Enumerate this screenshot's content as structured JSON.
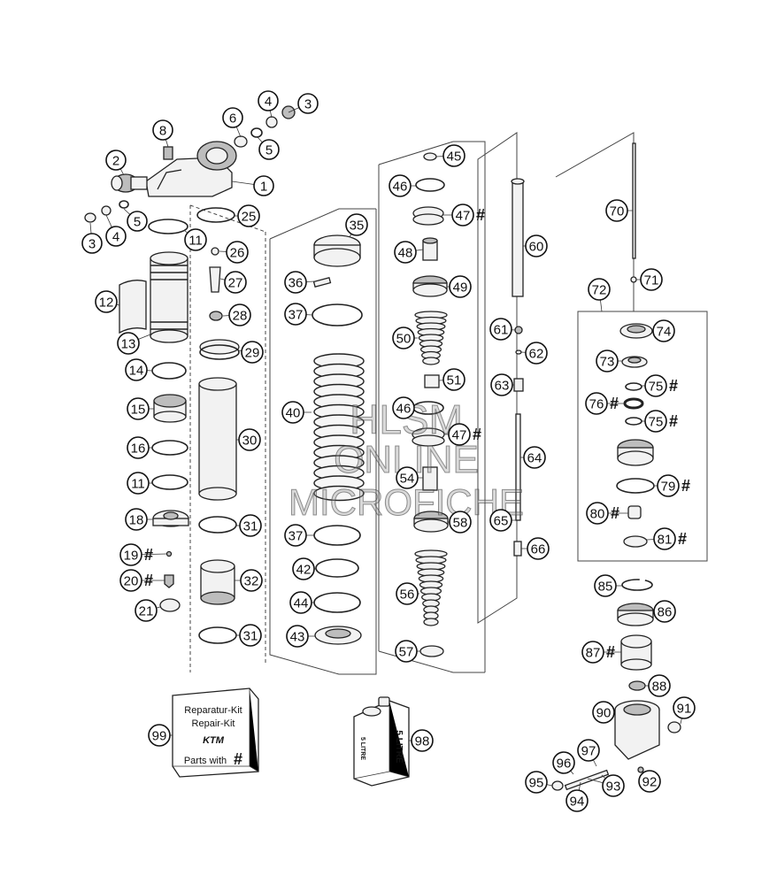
{
  "callouts": [
    {
      "n": "1"
    },
    {
      "n": "2"
    },
    {
      "n": "3"
    },
    {
      "n": "4"
    },
    {
      "n": "5"
    },
    {
      "n": "6"
    },
    {
      "n": "3"
    },
    {
      "n": "4"
    },
    {
      "n": "5"
    },
    {
      "n": "8"
    },
    {
      "n": "11"
    },
    {
      "n": "12"
    },
    {
      "n": "13"
    },
    {
      "n": "14"
    },
    {
      "n": "15"
    },
    {
      "n": "16"
    },
    {
      "n": "11"
    },
    {
      "n": "18"
    },
    {
      "n": "19",
      "hash": true
    },
    {
      "n": "20",
      "hash": true
    },
    {
      "n": "21"
    },
    {
      "n": "25"
    },
    {
      "n": "26"
    },
    {
      "n": "27"
    },
    {
      "n": "28"
    },
    {
      "n": "29"
    },
    {
      "n": "30"
    },
    {
      "n": "31"
    },
    {
      "n": "32"
    },
    {
      "n": "31"
    },
    {
      "n": "35"
    },
    {
      "n": "36"
    },
    {
      "n": "37"
    },
    {
      "n": "40"
    },
    {
      "n": "37"
    },
    {
      "n": "42"
    },
    {
      "n": "44"
    },
    {
      "n": "43"
    },
    {
      "n": "45"
    },
    {
      "n": "46"
    },
    {
      "n": "47",
      "hash": true
    },
    {
      "n": "48"
    },
    {
      "n": "49"
    },
    {
      "n": "50"
    },
    {
      "n": "51"
    },
    {
      "n": "46"
    },
    {
      "n": "47",
      "hash": true
    },
    {
      "n": "54"
    },
    {
      "n": "58"
    },
    {
      "n": "56"
    },
    {
      "n": "57"
    },
    {
      "n": "60"
    },
    {
      "n": "61"
    },
    {
      "n": "62"
    },
    {
      "n": "63"
    },
    {
      "n": "64"
    },
    {
      "n": "65"
    },
    {
      "n": "66"
    },
    {
      "n": "70"
    },
    {
      "n": "71"
    },
    {
      "n": "72"
    },
    {
      "n": "74"
    },
    {
      "n": "73"
    },
    {
      "n": "75",
      "hash": true
    },
    {
      "n": "76",
      "hash": true
    },
    {
      "n": "75",
      "hash": true
    },
    {
      "n": "79",
      "hash": true
    },
    {
      "n": "80",
      "hash": true
    },
    {
      "n": "81",
      "hash": true
    },
    {
      "n": "85"
    },
    {
      "n": "86"
    },
    {
      "n": "87",
      "hash": true
    },
    {
      "n": "88"
    },
    {
      "n": "90"
    },
    {
      "n": "91"
    },
    {
      "n": "92"
    },
    {
      "n": "93"
    },
    {
      "n": "94"
    },
    {
      "n": "95"
    },
    {
      "n": "96"
    },
    {
      "n": "97"
    },
    {
      "n": "98"
    },
    {
      "n": "99"
    }
  ],
  "repair_kit": {
    "line1": "Reparatur-Kit",
    "line2": "Repair-Kit",
    "logo": "KTM",
    "line3": "Parts with",
    "symbol": "#"
  },
  "oil_can": {
    "label_front": "5 LITRE",
    "label_side": "5 LITRE"
  },
  "watermark": {
    "line1": "HLSM",
    "line2": "ONLINE",
    "line3": "MICROFICHE"
  },
  "colors": {
    "ink": "#111111",
    "paper": "#ffffff",
    "watermark": "#969696"
  }
}
